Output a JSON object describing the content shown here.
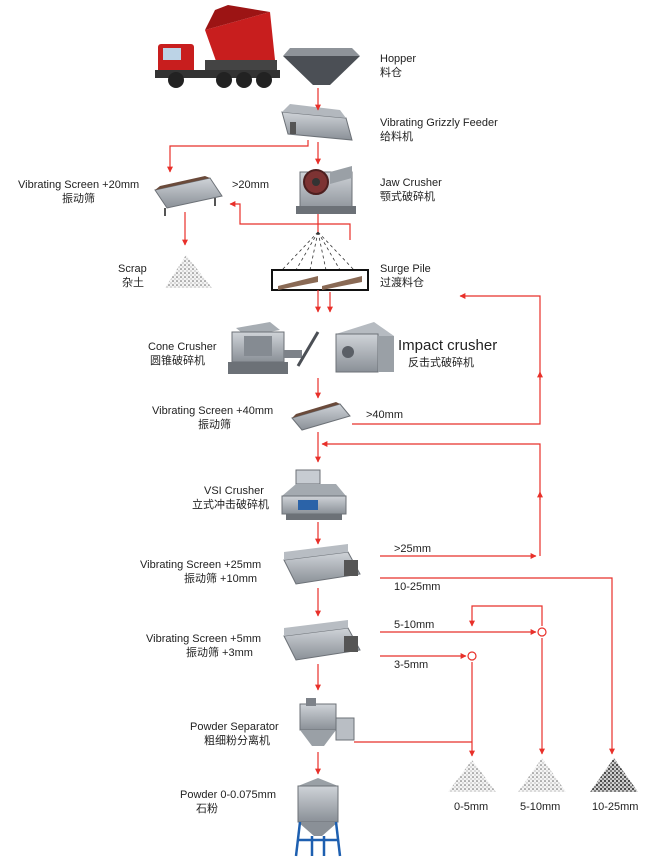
{
  "hopper": {
    "en": "Hopper",
    "cn": "料仓"
  },
  "feeder": {
    "en": "Vibrating Grizzly Feeder",
    "cn": "给料机"
  },
  "jaw": {
    "en": "Jaw Crusher",
    "cn": "颚式破碎机"
  },
  "screen1": {
    "en": "Vibrating Screen  +20mm",
    "cn": "振动筛",
    "over": ">20mm"
  },
  "scrap": {
    "en": "Scrap",
    "cn": "杂土"
  },
  "surge": {
    "en": "Surge Pile",
    "cn": "过渡料仓"
  },
  "cone": {
    "en": "Cone Crusher",
    "cn": "圆锥破碎机"
  },
  "impact": {
    "en": "Impact crusher",
    "cn": "反击式破碎机"
  },
  "screen2": {
    "en": "Vibrating Screen  +40mm",
    "cn": "振动筛",
    "over": ">40mm"
  },
  "vsi": {
    "en": "VSI Crusher",
    "cn": "立式冲击破碎机"
  },
  "screen3": {
    "en": "Vibrating Screen  +25mm",
    "cn": "振动筛  +10mm",
    "out1": ">25mm",
    "out2": "10-25mm"
  },
  "screen4": {
    "en": "Vibrating Screen  +5mm",
    "cn": "振动筛  +3mm",
    "out1": "5-10mm",
    "out2": "3-5mm"
  },
  "separator": {
    "en": "Powder Separator",
    "cn": "粗细粉分离机"
  },
  "powder": {
    "en": "Powder  0-0.075mm",
    "cn": "石粉"
  },
  "products": [
    "0-5mm",
    "5-10mm",
    "10-25mm"
  ],
  "colors": {
    "flow": "#e8302a",
    "machine": "#7d8289",
    "truck": "#c81e1e",
    "silo": "#1d5fb0"
  }
}
